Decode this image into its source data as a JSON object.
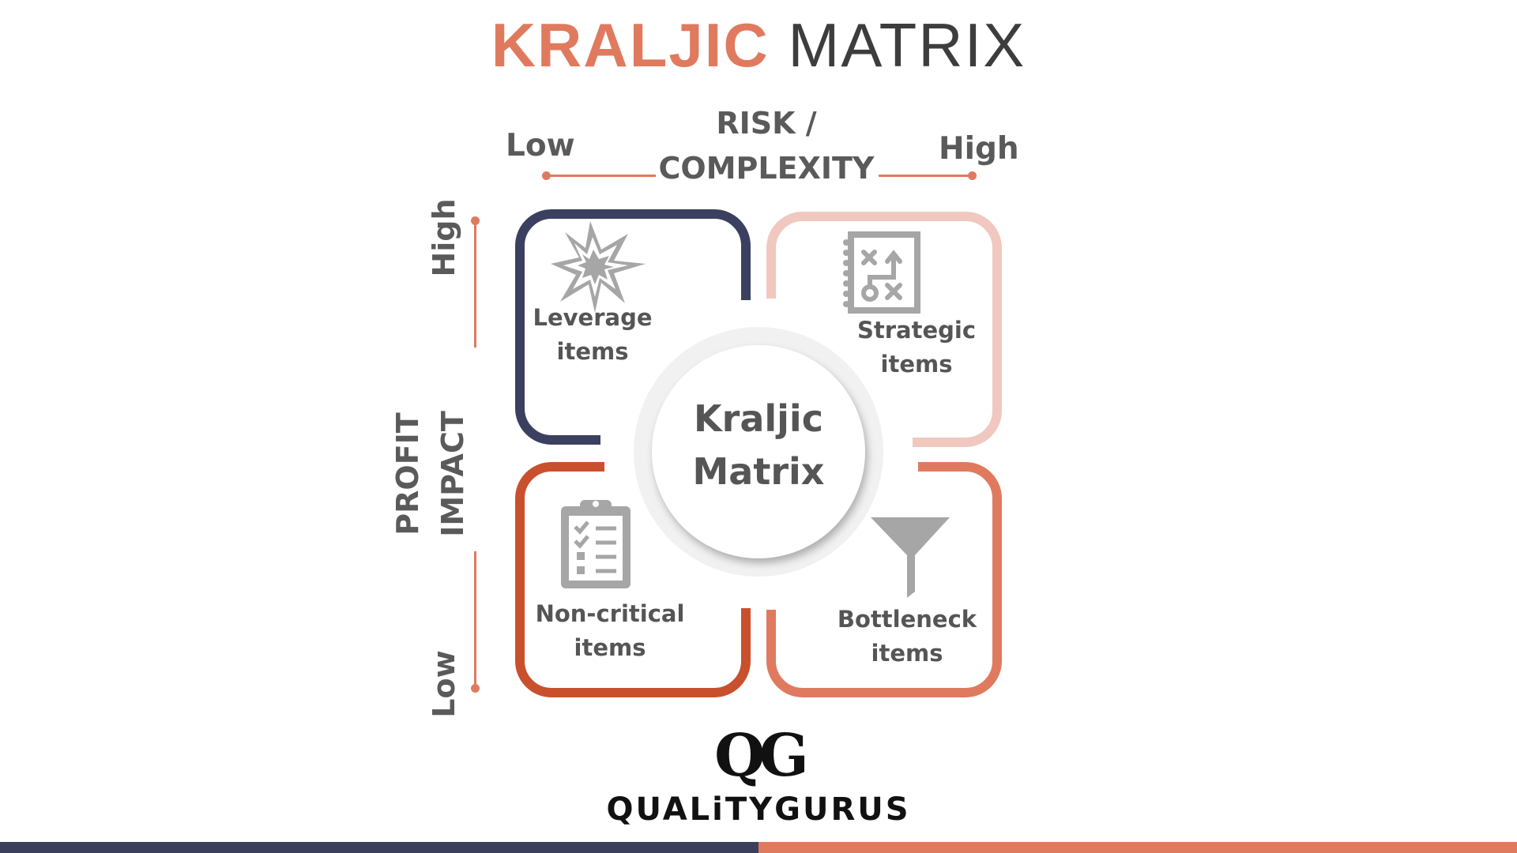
{
  "title": {
    "part1": "KRALJIC",
    "part2": "MATRIX"
  },
  "x_axis": {
    "title_line1": "RISK /",
    "title_line2": "COMPLEXITY",
    "low_label": "Low",
    "high_label": "High"
  },
  "y_axis": {
    "title_line1": "PROFIT",
    "title_line2": "IMPACT",
    "low_label": "Low",
    "high_label": "High"
  },
  "center": {
    "line1": "Kraljic",
    "line2": "Matrix"
  },
  "quadrants": [
    {
      "position": "top-left",
      "line1": "Leverage",
      "line2": "items",
      "icon": "burst-star-icon",
      "color": "#3b4060"
    },
    {
      "position": "top-right",
      "line1": "Strategic",
      "line2": "items",
      "icon": "strategy-playbook-icon",
      "color": "#f0c8bf"
    },
    {
      "position": "bottom-left",
      "line1": "Non-critical",
      "line2": "items",
      "icon": "clipboard-checklist-icon",
      "color": "#c9502d"
    },
    {
      "position": "bottom-right",
      "line1": "Bottleneck",
      "line2": "items",
      "icon": "funnel-icon",
      "color": "#e07a5f"
    }
  ],
  "logo": {
    "mark": "QG",
    "text": "QUALiTYGURUS"
  },
  "colors": {
    "accent": "#e07a5f",
    "navy": "#3c3f5c",
    "text_gray": "#555555",
    "icon_gray": "#a6a6a6"
  }
}
